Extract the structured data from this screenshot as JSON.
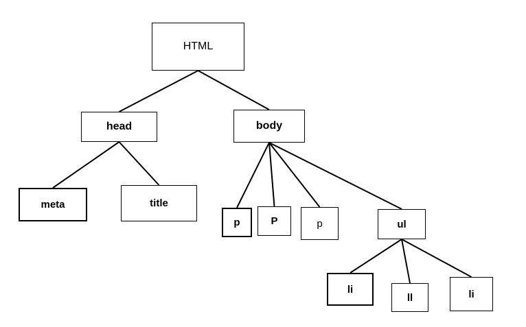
{
  "diagram": {
    "nodes": {
      "html": "HTML",
      "head": "head",
      "body": "body",
      "meta": "meta",
      "title": "title",
      "p1": "p",
      "p2": "P",
      "p3": "p",
      "ul": "ul",
      "li1": "li",
      "li2": "ll",
      "li3": "li"
    },
    "edges": [
      [
        "html",
        "head"
      ],
      [
        "html",
        "body"
      ],
      [
        "head",
        "meta"
      ],
      [
        "head",
        "title"
      ],
      [
        "body",
        "p1"
      ],
      [
        "body",
        "p2"
      ],
      [
        "body",
        "p3"
      ],
      [
        "body",
        "ul"
      ],
      [
        "ul",
        "li1"
      ],
      [
        "ul",
        "li2"
      ],
      [
        "ul",
        "li3"
      ]
    ]
  }
}
